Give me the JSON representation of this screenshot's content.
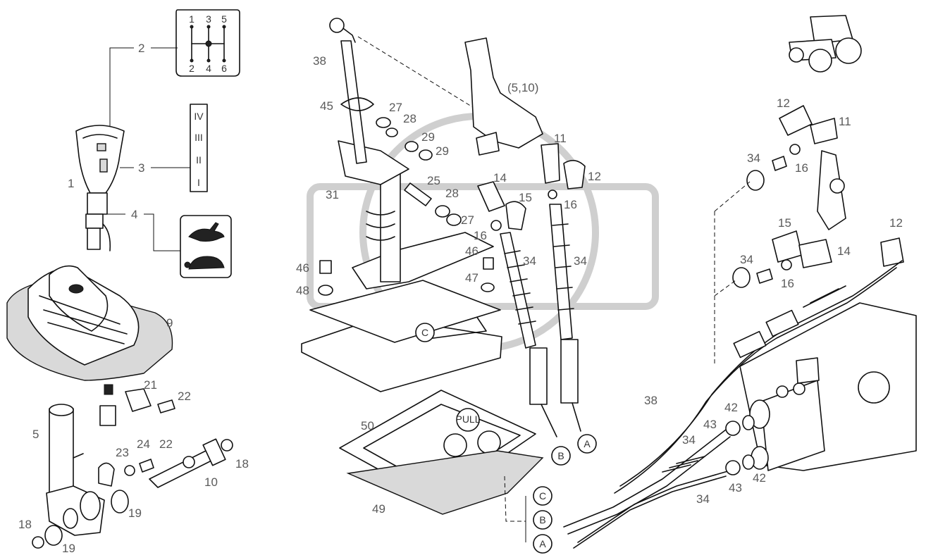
{
  "callouts": [
    {
      "id": "c1",
      "text": "1"
    },
    {
      "id": "c2",
      "text": "2"
    },
    {
      "id": "c3",
      "text": "3"
    },
    {
      "id": "c4",
      "text": "4"
    },
    {
      "id": "c5",
      "text": "5"
    },
    {
      "id": "c9",
      "text": "9"
    },
    {
      "id": "c10",
      "text": "10"
    },
    {
      "id": "c18a",
      "text": "18"
    },
    {
      "id": "c18b",
      "text": "18"
    },
    {
      "id": "c19a",
      "text": "19"
    },
    {
      "id": "c19b",
      "text": "19"
    },
    {
      "id": "c21",
      "text": "21"
    },
    {
      "id": "c22a",
      "text": "22"
    },
    {
      "id": "c22b",
      "text": "22"
    },
    {
      "id": "c23",
      "text": "23"
    },
    {
      "id": "c24",
      "text": "24"
    },
    {
      "id": "c38a",
      "text": "38"
    },
    {
      "id": "c45",
      "text": "45"
    },
    {
      "id": "c27a",
      "text": "27"
    },
    {
      "id": "c28a",
      "text": "28"
    },
    {
      "id": "c29a",
      "text": "29"
    },
    {
      "id": "c29b",
      "text": "29"
    },
    {
      "id": "c25",
      "text": "25"
    },
    {
      "id": "c28b",
      "text": "28"
    },
    {
      "id": "c27b",
      "text": "27"
    },
    {
      "id": "c31",
      "text": "31"
    },
    {
      "id": "c46a",
      "text": "46"
    },
    {
      "id": "c48",
      "text": "48"
    },
    {
      "id": "c16a",
      "text": "16"
    },
    {
      "id": "c46b",
      "text": "46"
    },
    {
      "id": "c47",
      "text": "47"
    },
    {
      "id": "c510",
      "text": "(5,10)"
    },
    {
      "id": "c11a",
      "text": "11"
    },
    {
      "id": "c12a",
      "text": "12"
    },
    {
      "id": "c14a",
      "text": "14"
    },
    {
      "id": "c15a",
      "text": "15"
    },
    {
      "id": "c16b",
      "text": "16"
    },
    {
      "id": "c34a",
      "text": "34"
    },
    {
      "id": "c34b",
      "text": "34"
    },
    {
      "id": "c50",
      "text": "50"
    },
    {
      "id": "c49",
      "text": "49"
    },
    {
      "id": "c12b",
      "text": "12"
    },
    {
      "id": "c11b",
      "text": "11"
    },
    {
      "id": "c34c",
      "text": "34"
    },
    {
      "id": "c16c",
      "text": "16"
    },
    {
      "id": "c15b",
      "text": "15"
    },
    {
      "id": "c12c",
      "text": "12"
    },
    {
      "id": "c14b",
      "text": "14"
    },
    {
      "id": "c34d",
      "text": "34"
    },
    {
      "id": "c16d",
      "text": "16"
    },
    {
      "id": "c38b",
      "text": "38"
    },
    {
      "id": "c42a",
      "text": "42"
    },
    {
      "id": "c43a",
      "text": "43"
    },
    {
      "id": "c34e",
      "text": "34"
    },
    {
      "id": "c43b",
      "text": "43"
    },
    {
      "id": "c42b",
      "text": "42"
    },
    {
      "id": "c34f",
      "text": "34"
    }
  ],
  "circle_markers": [
    {
      "id": "mC1",
      "text": "C"
    },
    {
      "id": "mB1",
      "text": "B"
    },
    {
      "id": "mA1",
      "text": "A"
    },
    {
      "id": "mC2",
      "text": "C"
    },
    {
      "id": "mB2",
      "text": "B"
    },
    {
      "id": "mA2",
      "text": "A"
    }
  ],
  "shift_pattern": {
    "top": [
      "1",
      "3",
      "5"
    ],
    "bottom": [
      "2",
      "4",
      "6"
    ]
  },
  "range_labels": [
    "IV",
    "III",
    "II",
    "I"
  ],
  "speed_icons": [
    "hare-icon",
    "tortoise-icon"
  ],
  "decal_text": "PULL"
}
